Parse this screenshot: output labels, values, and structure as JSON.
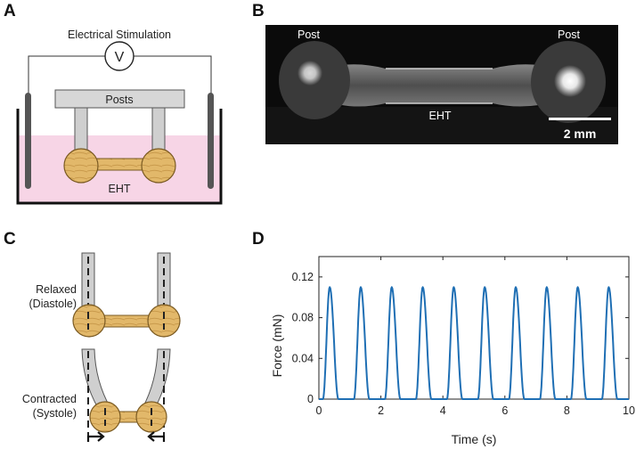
{
  "figure": {
    "panel_labels": {
      "a": "A",
      "b": "B",
      "c": "C",
      "d": "D"
    },
    "panel_a": {
      "stimulation_label": "Electrical Stimulation",
      "voltmeter_symbol": "V",
      "posts_label": "Posts",
      "tissue_label": "EHT",
      "colors": {
        "bath": "#f7d5e6",
        "tissue": "#e2b86a",
        "post": "#cfcfcf"
      }
    },
    "panel_b": {
      "post_left_label": "Post",
      "post_right_label": "Post",
      "tissue_label": "EHT",
      "scale_bar_label": "2 mm"
    },
    "panel_c": {
      "relaxed_line1": "Relaxed",
      "relaxed_line2": "(Diastole)",
      "contracted_line1": "Contracted",
      "contracted_line2": "(Systole)"
    }
  },
  "chart_data": {
    "type": "line",
    "xlabel": "Time (s)",
    "ylabel": "Force (mN)",
    "xlim": [
      0,
      10
    ],
    "ylim": [
      0,
      0.14
    ],
    "xticks": [
      0,
      2,
      4,
      6,
      8,
      10
    ],
    "yticks": [
      0,
      0.04,
      0.08,
      0.12
    ],
    "xtick_labels": [
      "0",
      "2",
      "4",
      "6",
      "8",
      "10"
    ],
    "ytick_labels": [
      "0",
      "0.04",
      "0.08",
      "0.12"
    ],
    "grid": false,
    "line_color": "#1f6fb4",
    "series": [
      {
        "peak_times": [
          0.35,
          1.35,
          2.35,
          3.35,
          4.35,
          5.35,
          6.35,
          7.35,
          8.35,
          9.35
        ],
        "peak_force": 0.11,
        "baseline_force": 0.0
      }
    ]
  }
}
